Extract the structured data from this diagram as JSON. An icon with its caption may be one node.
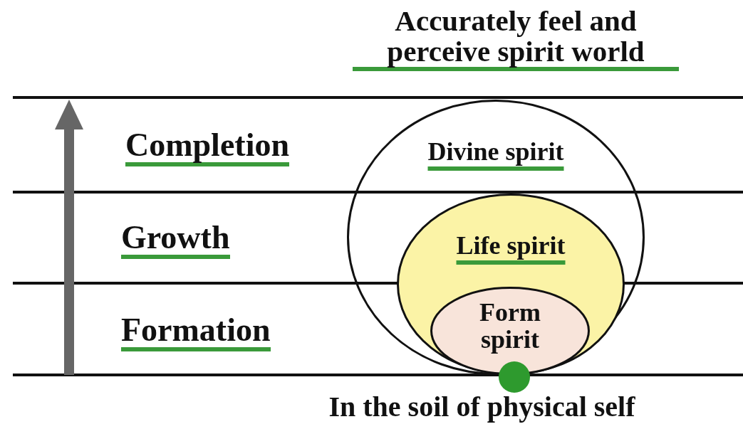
{
  "diagram": {
    "title": "Accurately feel and perceive spirit world",
    "caption": "In the soil of physical self",
    "nodes": [
      {
        "text": [
          "Divine spirit"
        ]
      },
      {
        "text": [
          "Life spirit"
        ],
        "in": 0
      },
      {
        "text": [
          "Form spirit"
        ],
        "in": 1
      }
    ],
    "labels": [
      "Completion",
      "Growth",
      "Formation"
    ]
  }
}
